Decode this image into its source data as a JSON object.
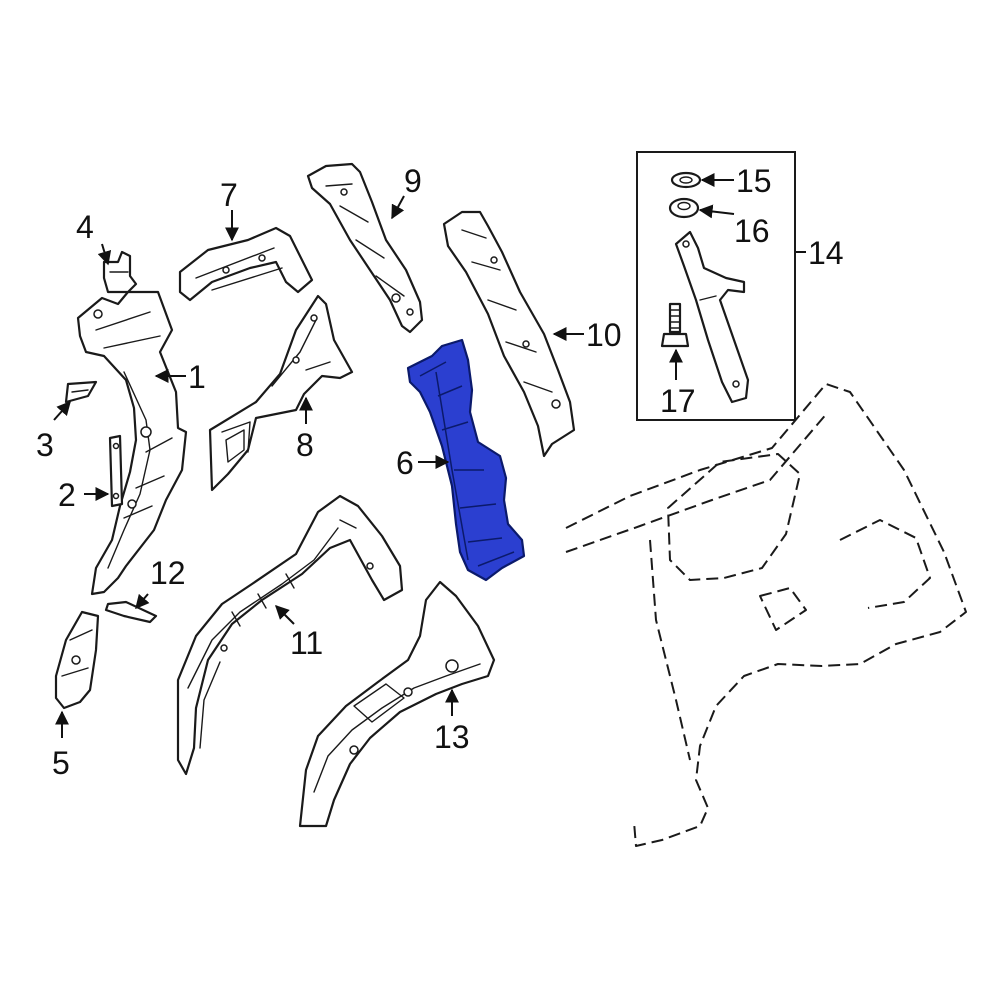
{
  "diagram": {
    "highlight_color": "#2b3fd0",
    "callouts": [
      "1",
      "2",
      "3",
      "4",
      "5",
      "6",
      "7",
      "8",
      "9",
      "10",
      "11",
      "12",
      "13",
      "14",
      "15",
      "16",
      "17"
    ]
  }
}
